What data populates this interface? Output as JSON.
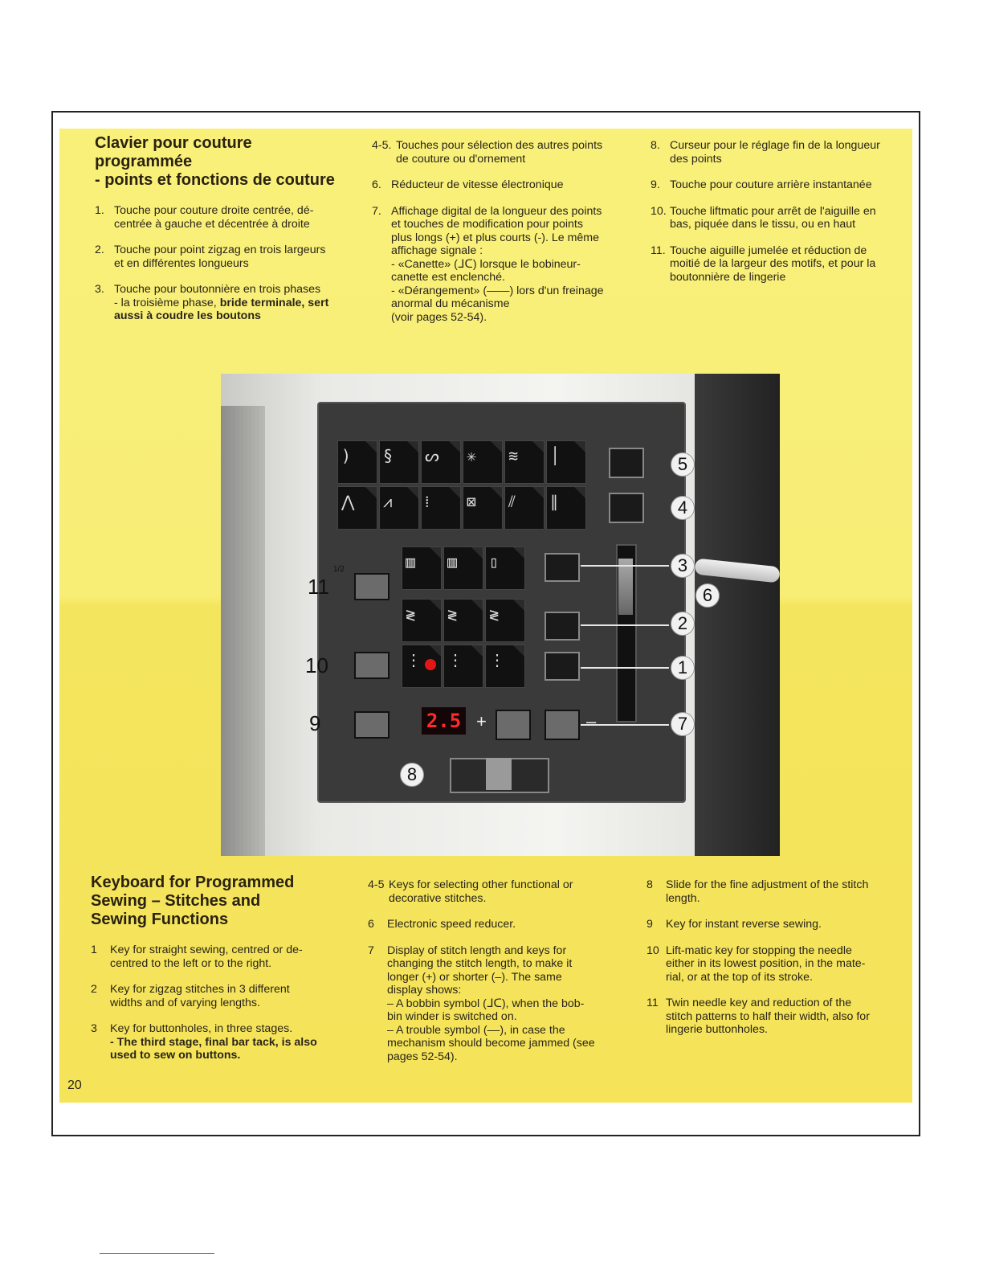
{
  "page_number": "20",
  "french": {
    "title_line1": "Clavier pour couture",
    "title_line2": "programmée",
    "title_line3": "- points et fonctions de couture",
    "col1": [
      {
        "num": "1.",
        "text": "Touche pour couture droite centrée, dé-\ncentrée à gauche et décentrée à droite"
      },
      {
        "num": "2.",
        "text": "Touche pour point zigzag en trois largeurs\net en différentes longueurs"
      },
      {
        "num": "3.",
        "text": "Touche pour boutonnière en trois phases\n- la troisième phase,",
        "bold": "bride terminale, sert\naussi à coudre les boutons"
      }
    ],
    "col2": [
      {
        "num": "4-5.",
        "text": "Touches pour sélection des autres points\nde couture ou d'ornement"
      },
      {
        "num": "6.",
        "text": "Réducteur de vitesse électronique"
      },
      {
        "num": "7.",
        "text": "Affichage digital de la longueur des points\net touches de modification pour points\nplus longs (+) et plus courts (-). Le même\naffichage signale :\n- «Canette» (ᒧᑕ) lorsque le bobineur-\ncanette est enclenché.\n- «Dérangement» (——) lors d'un freinage\nanormal du mécanisme\n(voir pages 52-54)."
      }
    ],
    "col3": [
      {
        "num": "8.",
        "text": "Curseur pour le réglage fin de la longueur\ndes points"
      },
      {
        "num": "9.",
        "text": "Touche pour couture arrière instantanée"
      },
      {
        "num": "10.",
        "text": "Touche liftmatic pour arrêt de l'aiguille en\nbas, piquée dans le tissu, ou en haut"
      },
      {
        "num": "11.",
        "text": "Touche aiguille jumelée et réduction de\nmoitié de la largeur des motifs, et pour la\nboutonnière de lingerie"
      }
    ]
  },
  "english": {
    "title_line1": "Keyboard for Programmed",
    "title_line2": "Sewing – Stitches and",
    "title_line3": "Sewing Functions",
    "col1": [
      {
        "num": "1",
        "text": "Key for straight sewing, centred or de-\ncentred to the left or to the right."
      },
      {
        "num": "2",
        "text": "Key for zigzag stitches in 3 different\nwidths and of varying lengths."
      },
      {
        "num": "3",
        "text": "Key for buttonholes, in three stages.",
        "bold": "- The third stage, final bar tack, is also\nused to sew on buttons."
      }
    ],
    "col2": [
      {
        "num": "4-5",
        "text": "Keys for selecting other functional or\ndecorative stitches."
      },
      {
        "num": "6",
        "text": "Electronic speed reducer."
      },
      {
        "num": "7",
        "text": "Display of stitch length and keys for\nchanging the stitch length, to make it\nlonger (+) or shorter (–). The same\ndisplay shows:\n– A bobbin symbol (ᒧᑕ), when the bob-\nbin winder is switched on.\n– A trouble symbol (––), in case the\nmechanism should become jammed (see\npages 52-54)."
      }
    ],
    "col3": [
      {
        "num": "8",
        "text": "Slide for the fine adjustment of the stitch\nlength."
      },
      {
        "num": "9",
        "text": "Key for instant reverse sewing."
      },
      {
        "num": "10",
        "text": "Lift-matic key for stopping the needle\neither in its lowest position, in the mate-\nrial, or at the top of its stroke."
      },
      {
        "num": "11",
        "text": "Twin needle key and reduction of the\nstitch patterns to half their width, also for\nlingerie buttonholes."
      }
    ]
  },
  "photo": {
    "led_display": "2.5",
    "plus_sign": "+",
    "minus_sign": "–",
    "callouts": [
      "1",
      "2",
      "3",
      "4",
      "5",
      "6",
      "7",
      "8",
      "9",
      "10",
      "11"
    ],
    "half_label": "1/2"
  }
}
